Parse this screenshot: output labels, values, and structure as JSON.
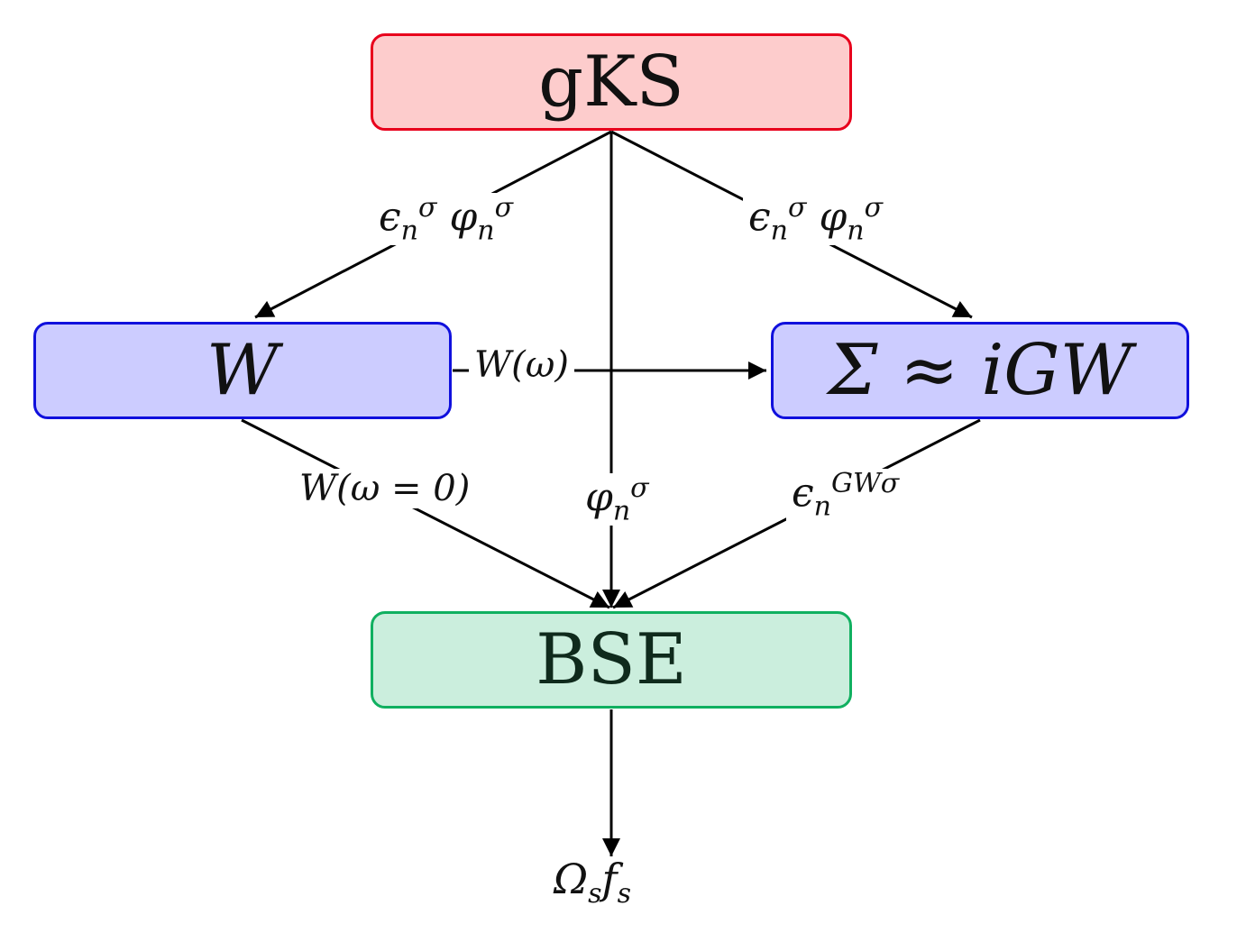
{
  "nodes": {
    "gks": {
      "label": "gKS",
      "fill": "#fdcccc",
      "border": "#e8001c"
    },
    "w": {
      "label": "W",
      "fill": "#ccccff",
      "border": "#1010dd"
    },
    "sigma": {
      "label": "Σ ≈ iGW",
      "fill": "#ccccff",
      "border": "#1010dd"
    },
    "bse": {
      "label": "BSE",
      "fill": "#cbeedd",
      "border": "#10b060"
    }
  },
  "edges": {
    "gks_to_w": {
      "eps": "ϵ",
      "phi": "φ",
      "sup": "σ",
      "sub": "n"
    },
    "gks_to_sigma": {
      "eps": "ϵ",
      "phi": "φ",
      "sup": "σ",
      "sub": "n"
    },
    "w_to_sigma": {
      "label": "W(ω)"
    },
    "w_to_bse": {
      "label": "W(ω = 0)"
    },
    "gks_to_bse": {
      "phi": "φ",
      "sup": "σ",
      "sub": "n"
    },
    "sigma_to_bse": {
      "eps": "ϵ",
      "sup": "GWσ",
      "sub": "n"
    },
    "bse_to_output": {
      "omega": "Ω",
      "f": "f",
      "sub": "s"
    }
  },
  "colors": {
    "arrow": "#000000"
  }
}
